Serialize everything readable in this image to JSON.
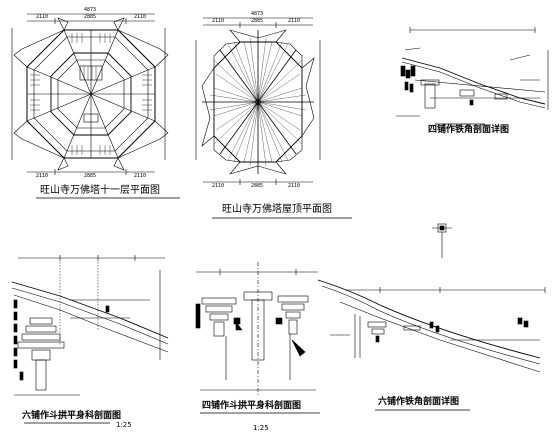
{
  "captions": {
    "plan11": "旺山寺万佛塔十一层平面图",
    "roofplan": "旺山寺万佛塔屋顶平面图",
    "corner4": "四铺作铁角剖面详图",
    "six_bracket": "六铺作斗拱平身科剖面图",
    "four_bracket": "四铺作斗拱平身科剖面图",
    "corner6": "六铺作铁角剖面详图"
  },
  "scales": {
    "six_bracket": "1:25",
    "four_bracket": "1:25"
  },
  "dimensions": {
    "plan11_top_total": "4873",
    "plan11_top": [
      "2110",
      "2885",
      "2110"
    ],
    "plan11_bottom": [
      "2110",
      "2885",
      "2110"
    ],
    "roof_top_total": "4873",
    "roof_top": [
      "2110",
      "2885",
      "2110"
    ],
    "roof_bottom": [
      "2110",
      "2885",
      "2110"
    ]
  },
  "colors": {
    "ink": "#000000",
    "paper": "#ffffff"
  }
}
